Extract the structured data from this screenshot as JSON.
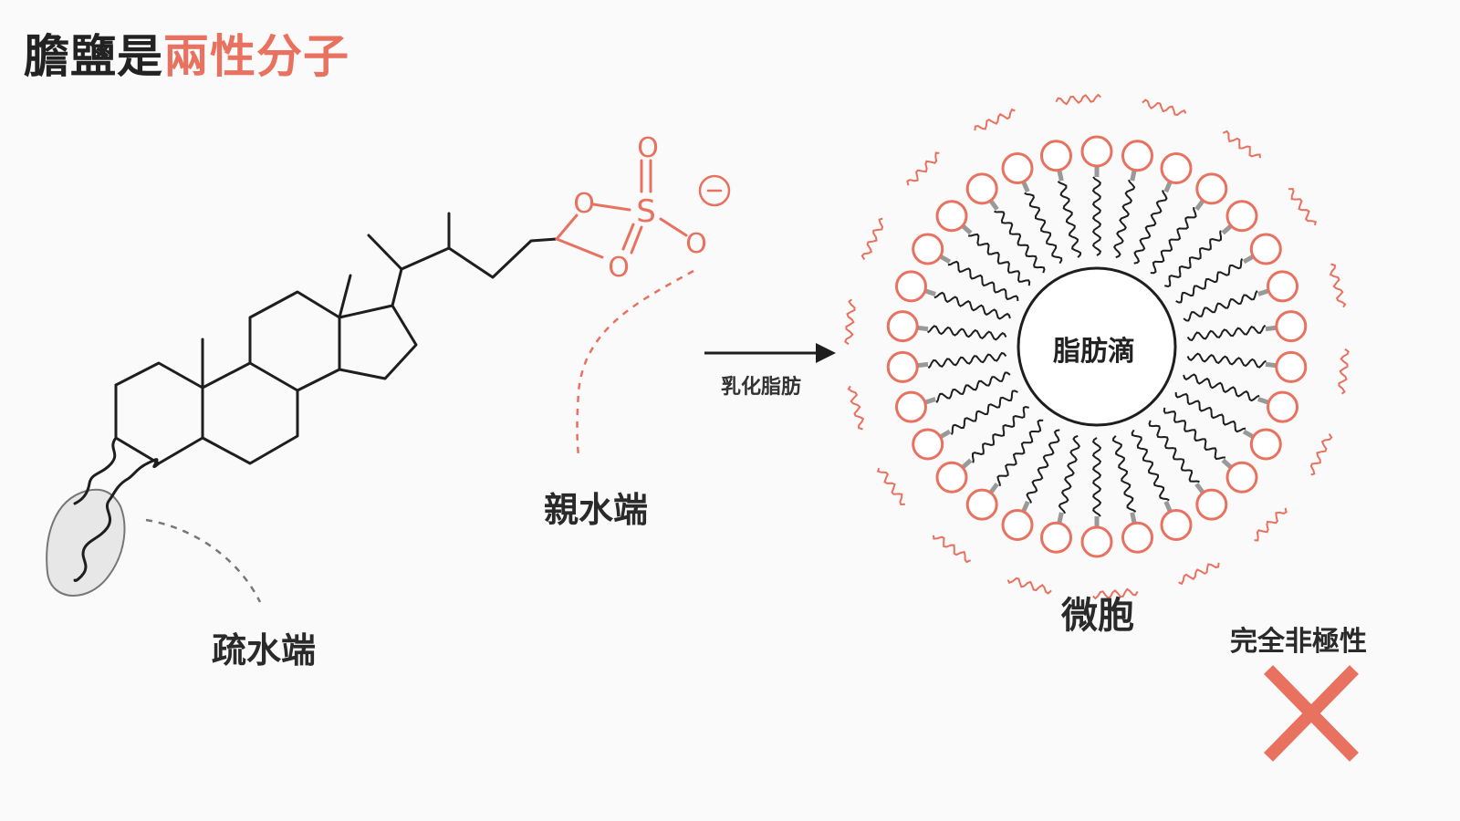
{
  "title": {
    "part1": "膽鹽是",
    "part2": "兩性分子"
  },
  "labels": {
    "hydrophilic": "親水端",
    "hydrophobic": "疏水端",
    "emulsify": "乳化脂肪",
    "fat_droplet": "脂肪滴",
    "micelle": "微胞",
    "non_polar": "完全非極性"
  },
  "atoms": {
    "oxygen": "O",
    "sulfur": "S",
    "charge": "−"
  },
  "colors": {
    "accent": "#e8715f",
    "ink": "#222222",
    "dashed": "#777777"
  },
  "micelle": {
    "molecule_count": 30
  }
}
